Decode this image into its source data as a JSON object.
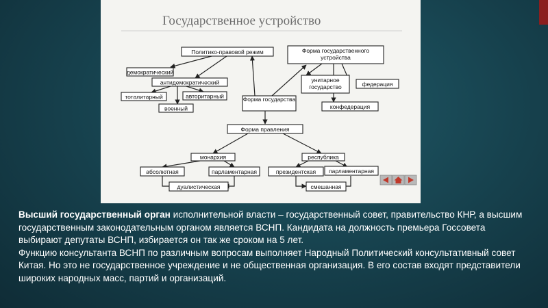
{
  "colors": {
    "background": "#16404c",
    "accent": "#8a1f1f",
    "figure_bg": "#f4f4f1",
    "nav_arrow": "#c0392b"
  },
  "figure": {
    "title": "Государственное устройство",
    "nodes": {
      "political_regime": "Политико-правовой режим",
      "state_structure_form": "Форма государственного устройства",
      "democratic": "демократический",
      "antidemocratic": "антидемократический",
      "totalitarian": "тоталитарный",
      "authoritarian": "авторитарный",
      "military": "военный",
      "unitary": "унитарное государство",
      "federation": "федерация",
      "state_form": "Форма государства",
      "confederation": "конфедерация",
      "government_form": "Форма правления",
      "monarchy": "монархия",
      "republic": "республика",
      "absolute": "абсолютная",
      "parliamentary_monarchy": "парламентарная",
      "presidential": "президентская",
      "parliamentary_republic": "парламентарная",
      "dualistic": "дуалистическая",
      "mixed": "смешанная"
    },
    "nav_icons": [
      "arrow-left-icon",
      "home-icon",
      "arrow-right-icon"
    ]
  },
  "text": {
    "para1_bold": "Высший государственный орган",
    "para1_rest": " исполнительной власти – государственный совет, правительство КНР, а высшим государственным законодательным органом является ВСНП. Кандидата на должность премьера Госсовета выбирают депутаты ВСНП, избирается он так же сроком на 5 лет.",
    "para2": "Функцию консультанта ВСНП по различным вопросам выполняет Народный Политический консультативный совет Китая. Но это не государственное учреждение и не общественная организация. В его состав входят представители широких народных масс, партий и организаций."
  }
}
